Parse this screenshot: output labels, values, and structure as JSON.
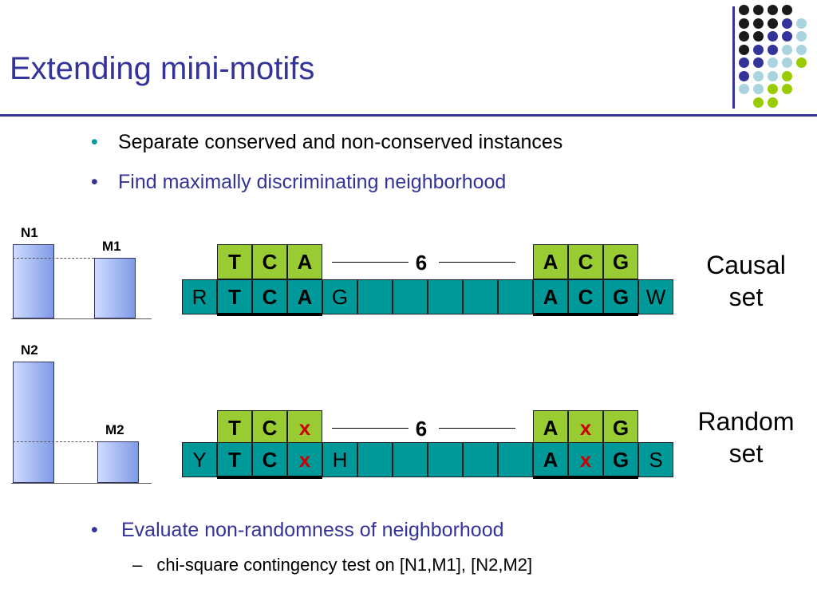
{
  "title": "Extending mini-motifs",
  "bullets": [
    {
      "text": "Separate conserved and non-conserved instances",
      "color": "#000000"
    },
    {
      "text": "Find maximally discriminating neighborhood",
      "color": "#333399"
    },
    {
      "text": "Evaluate non-randomness of neighborhood",
      "color": "#333399"
    }
  ],
  "sub_bullet": {
    "dash": "–",
    "text": "chi-square contingency test on [N1,M1], [N2,M2]"
  },
  "bullet_symbol": "•",
  "causal": {
    "label_line1": "Causal",
    "label_line2": "set",
    "motif_left": [
      "T",
      "C",
      "A"
    ],
    "gap": "6",
    "motif_right": [
      "A",
      "C",
      "G"
    ],
    "sequence": [
      "R",
      "T",
      "C",
      "A",
      "G",
      "",
      "",
      "",
      "",
      "",
      "A",
      "C",
      "G",
      "W"
    ]
  },
  "random": {
    "label_line1": "Random",
    "label_line2": "set",
    "motif_left": [
      "T",
      "C",
      "x"
    ],
    "gap": "6",
    "motif_right": [
      "A",
      "x",
      "G"
    ],
    "sequence": [
      "Y",
      "T",
      "C",
      "x",
      "H",
      "",
      "",
      "",
      "",
      "",
      "A",
      "x",
      "G",
      "S"
    ]
  },
  "bar_chart": {
    "top": {
      "labels": [
        "N1",
        "M1"
      ],
      "values": [
        1.0,
        0.82
      ]
    },
    "bottom": {
      "labels": [
        "N2",
        "M2"
      ],
      "values": [
        1.0,
        0.34
      ]
    }
  },
  "colors": {
    "title": "#333399",
    "motif_green": "#99cc33",
    "sequence_teal": "#009999",
    "mismatch_red": "#cc0000",
    "bullet_teal": "#009999",
    "decor_dots": [
      "#1a1a1a",
      "#333399",
      "#a9d3df",
      "#99cc00"
    ]
  },
  "decor_pattern": [
    [
      0,
      0,
      0,
      0,
      9
    ],
    [
      0,
      0,
      0,
      1,
      2
    ],
    [
      0,
      0,
      1,
      1,
      2
    ],
    [
      0,
      1,
      1,
      2,
      2
    ],
    [
      1,
      1,
      2,
      2,
      3
    ],
    [
      1,
      2,
      2,
      3,
      9
    ],
    [
      2,
      2,
      3,
      3,
      9
    ],
    [
      9,
      3,
      3,
      9,
      9
    ]
  ]
}
